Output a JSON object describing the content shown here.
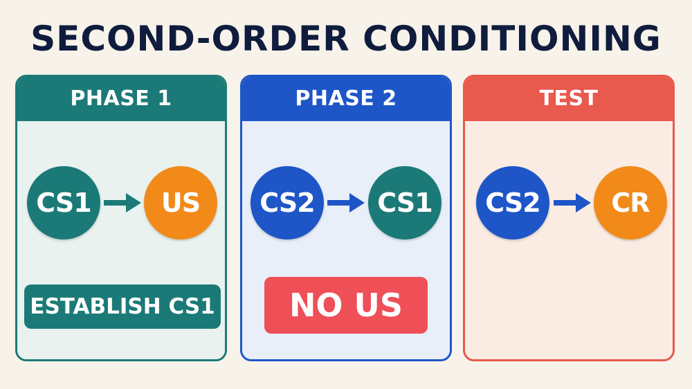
{
  "title": "SECOND-ORDER CONDITIONING",
  "colors": {
    "background": "#f8f3ea",
    "title": "#0f1c3d",
    "teal": "#1b7a77",
    "blue": "#1e56c8",
    "orange": "#f28a1a",
    "red": "#e8594e",
    "label_red": "#ef4f57"
  },
  "phases": [
    {
      "header": "PHASE 1",
      "from": "CS1",
      "to": "US",
      "label": "ESTABLISH CS1"
    },
    {
      "header": "PHASE 2",
      "from": "CS2",
      "to": "CS1",
      "label": "NO US"
    },
    {
      "header": "TEST",
      "from": "CS2",
      "to": "CR",
      "label": ""
    }
  ]
}
